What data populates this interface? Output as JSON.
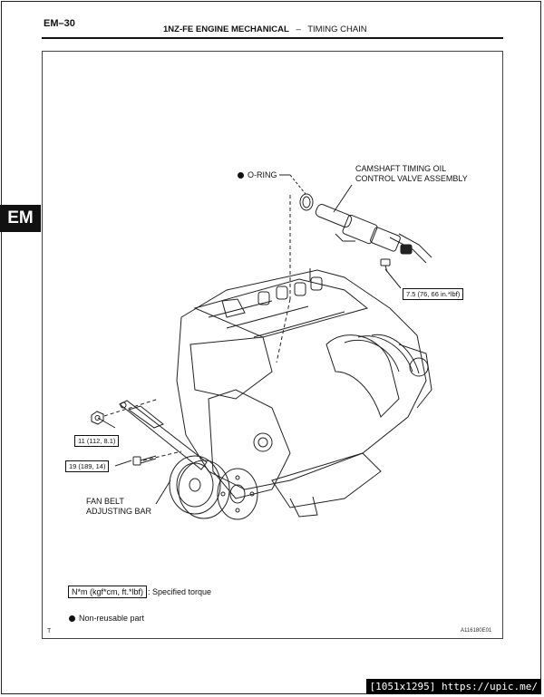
{
  "header": {
    "page_id": "EM–30",
    "title_bold": "1NZ-FE ENGINE MECHANICAL",
    "separator": "–",
    "subtitle": "TIMING CHAIN"
  },
  "side_tab": "EM",
  "labels": {
    "o_ring": "O-RING",
    "camshaft_line1": "CAMSHAFT TIMING OIL",
    "camshaft_line2": "CONTROL VALVE ASSEMBLY",
    "fan_belt_line1": "FAN BELT",
    "fan_belt_line2": "ADJUSTING BAR"
  },
  "torque_specs": {
    "valve_bolt": "7.5 (76, 66 in.*lbf)",
    "nut": "11 (112, 8.1)",
    "bolt": "19 (189, 14)"
  },
  "legend": {
    "unit_box": "N*m (kgf*cm, ft.*lbf)",
    "unit_desc": ": Specified torque",
    "non_reusable": "Non-reusable part"
  },
  "corner_mark": "T",
  "figure_id": "A116180E01",
  "watermark": "[1051x1295] https://upic.me/"
}
